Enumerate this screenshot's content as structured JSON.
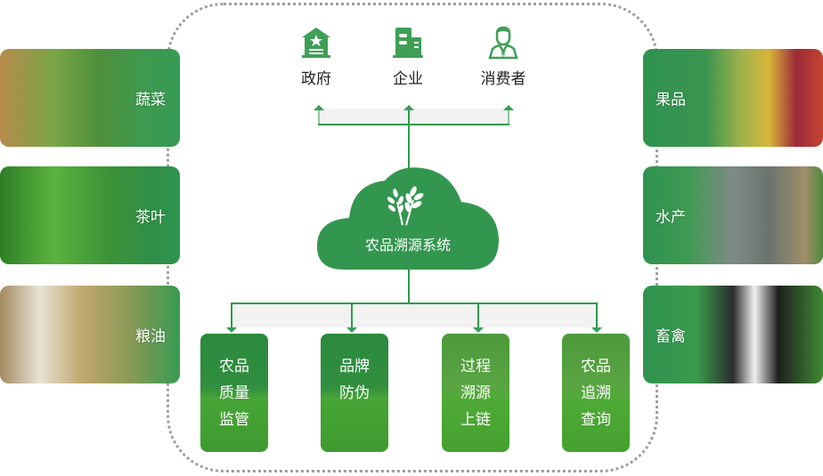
{
  "diagram": {
    "center": {
      "title": "农品溯源系统",
      "icon": "wheat-icon"
    },
    "stakeholders": [
      {
        "label": "政府",
        "icon": "government-building-icon"
      },
      {
        "label": "企业",
        "icon": "enterprise-building-icon"
      },
      {
        "label": "消费者",
        "icon": "consumer-person-icon"
      }
    ],
    "features": [
      {
        "lines": [
          "农品",
          "质量",
          "监管"
        ]
      },
      {
        "lines": [
          "品牌",
          "防伪"
        ]
      },
      {
        "lines": [
          "过程",
          "溯源",
          "上链"
        ]
      },
      {
        "lines": [
          "农品",
          "追溯",
          "查询"
        ]
      }
    ],
    "categories_left": [
      {
        "label": "蔬菜",
        "image": "vegetables-photo"
      },
      {
        "label": "茶叶",
        "image": "tea-leaves-photo"
      },
      {
        "label": "粮油",
        "image": "rice-grain-photo"
      }
    ],
    "categories_right": [
      {
        "label": "果品",
        "image": "fruits-photo"
      },
      {
        "label": "水产",
        "image": "fish-photo"
      },
      {
        "label": "畜禽",
        "image": "cattle-photo"
      }
    ]
  },
  "colors": {
    "primary_green": "#33964f",
    "line_green": "#2e9b4b",
    "dotted_border": "#9aa09c"
  }
}
